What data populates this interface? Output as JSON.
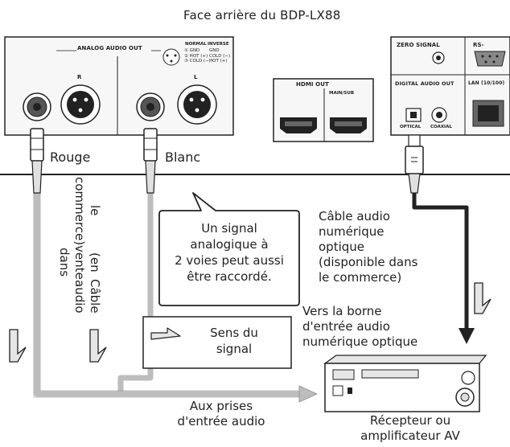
{
  "title": "Face arrière du BDP-LX88",
  "rear_panel": {
    "analog_audio_out": "ANALOG AUDIO OUT",
    "channel_r": "R",
    "channel_l": "L",
    "normal_label": "NORMAL",
    "inverse_label": "INVERSE",
    "normal_pins": [
      "① GND",
      "② HOT (+)",
      "③ COLD (−)"
    ],
    "inverse_pins": [
      "GND",
      "COLD (−)",
      "HOT (+)"
    ],
    "hdmi_out": "HDMI OUT",
    "hdmi_sub": "MAIN/SUB",
    "zero_signal": "ZERO SIGNAL",
    "rs": "RS-",
    "digital_audio_out": "DIGITAL AUDIO OUT",
    "lan": "LAN (10/100)",
    "optical": "OPTICAL",
    "coaxial": "COAXIAL"
  },
  "cables": {
    "red_label": "Rouge",
    "white_label": "Blanc",
    "audio_cable": [
      "Câble audio",
      "(en vente dans",
      "le commerce)"
    ],
    "optical_cable": [
      "Câble audio",
      "numérique",
      "optique",
      "(disponible dans",
      "le commerce)"
    ]
  },
  "callout": [
    "Un signal",
    "analogique à",
    "2 voies peut aussi",
    "être raccordé."
  ],
  "legend": [
    "Sens du",
    "signal"
  ],
  "destinations": {
    "optical_input": [
      "Vers la borne",
      "d'entrée audio",
      "numérique optique"
    ],
    "audio_input": [
      "Aux prises",
      "d'entrée audio"
    ],
    "receiver": [
      "Récepteur ou",
      "amplificateur AV"
    ]
  },
  "colors": {
    "line": "#222222",
    "cable": "#bdbdbd",
    "arrow_fill": "#e6e6e6",
    "panel": "#f4f4f4"
  }
}
